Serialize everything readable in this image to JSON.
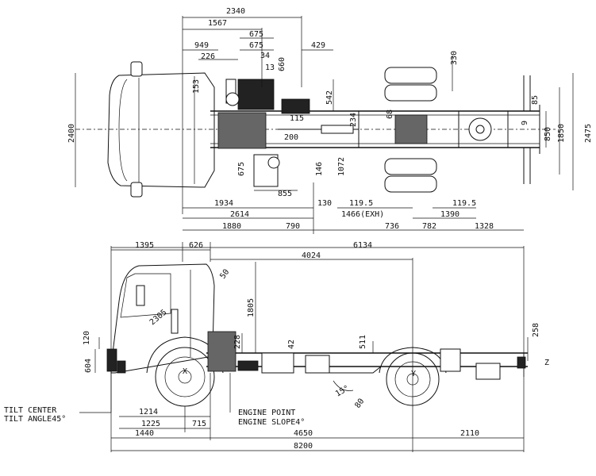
{
  "top_view": {
    "dims": {
      "d2340": "2340",
      "d1567": "1567",
      "d675a": "675",
      "d675b": "675",
      "d34": "34",
      "d949": "949",
      "d226": "226",
      "d13": "13",
      "d429": "429",
      "d660": "660",
      "d330": "330",
      "d542": "542",
      "d153": "153",
      "d2400": "2400",
      "d115": "115",
      "d234": "234",
      "d68": "68",
      "d85": "85",
      "d9": "9",
      "d850": "850",
      "d1850": "1850",
      "d2475": "2475",
      "d200": "200",
      "d675c": "675",
      "d146": "146",
      "d1072": "1072",
      "d855": "855",
      "d1195a": "119.5",
      "d1195b": "119.5",
      "d1934": "1934",
      "d130": "130",
      "d2614": "2614",
      "d1466": "1466(EXH)",
      "d1390": "1390",
      "d1880": "1880",
      "d790": "790",
      "d736": "736",
      "d782": "782",
      "d1328": "1328"
    }
  },
  "side_view": {
    "dims": {
      "d1395": "1395",
      "d626": "626",
      "d6134": "6134",
      "d4024": "4024",
      "d50": "50",
      "d2305": "2305",
      "d1805": "1805",
      "d120": "120",
      "d604": "604",
      "d228": "228",
      "d42": "42",
      "d511": "511",
      "d258": "258",
      "d15deg": "15°",
      "d80": "80",
      "d1214": "1214",
      "d1225": "1225",
      "d715": "715",
      "d1440": "1440",
      "d4650": "4650",
      "d2110": "2110",
      "d8200": "8200"
    },
    "labels": {
      "tilt_center": "TILT CENTER",
      "tilt_angle": "TILT ANGLE45°",
      "engine_point": "ENGINE POINT",
      "engine_slope": "ENGINE SLOPE4°",
      "wheel_x": "X",
      "wheel_y": "Y",
      "z_mark": "Z",
      "x_mark": "X",
      "y_mark": "Y"
    }
  }
}
